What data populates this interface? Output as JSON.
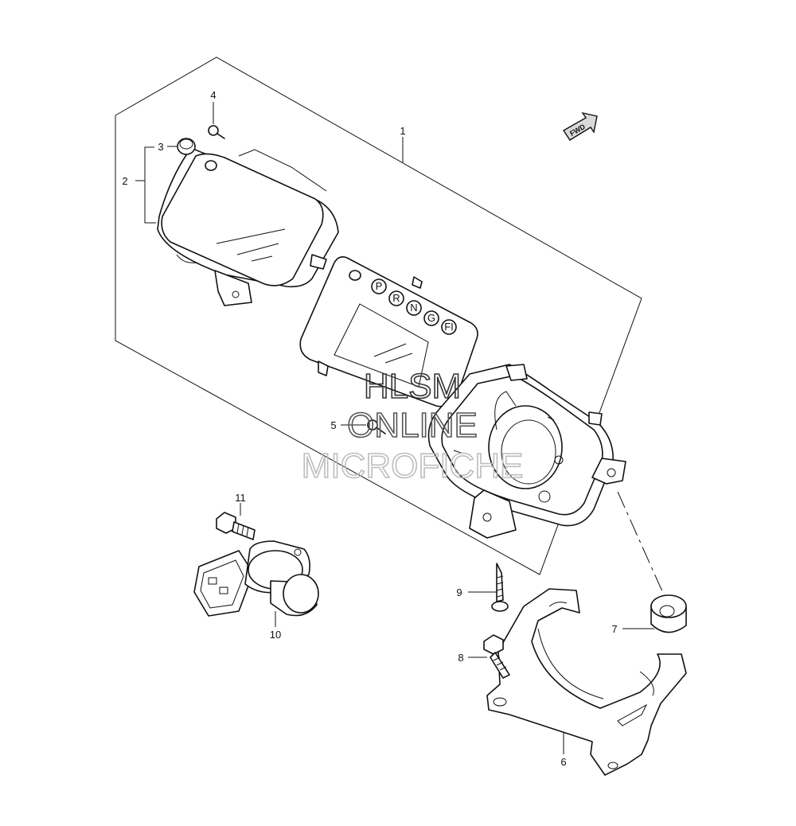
{
  "watermark": {
    "line1": "HLSM",
    "line2": "ONLINE",
    "line3": "MICROFICHE"
  },
  "fwd_arrow": {
    "text": "FWD",
    "icon": "fwd-arrow-icon"
  },
  "callouts": [
    {
      "number": "1",
      "part": "meter-assembly"
    },
    {
      "number": "2",
      "part": "meter-lens-cover"
    },
    {
      "number": "3",
      "part": "cap"
    },
    {
      "number": "4",
      "part": "screw"
    },
    {
      "number": "5",
      "part": "screw"
    },
    {
      "number": "6",
      "part": "meter-bracket"
    },
    {
      "number": "7",
      "part": "cushion"
    },
    {
      "number": "8",
      "part": "bolt"
    },
    {
      "number": "9",
      "part": "screw"
    },
    {
      "number": "10",
      "part": "speed-sensor"
    },
    {
      "number": "11",
      "part": "bolt"
    }
  ],
  "indicators": [
    "P",
    "R",
    "N",
    "G",
    "FI"
  ]
}
